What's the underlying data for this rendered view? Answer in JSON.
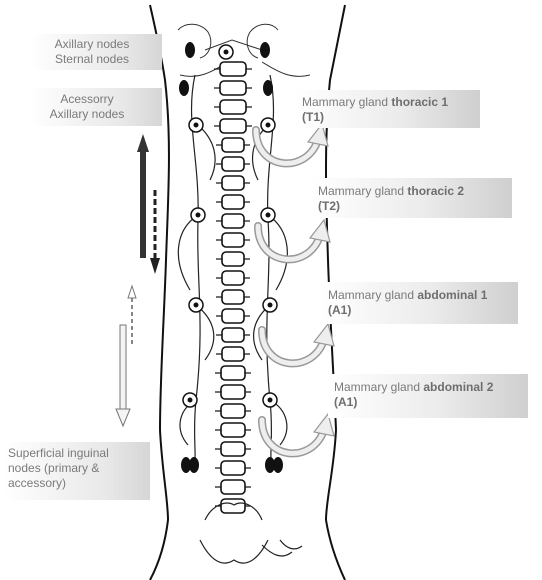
{
  "labels": {
    "axillary_sternal": [
      "Axillary nodes",
      "Sternal nodes"
    ],
    "accessory_axillary": [
      "Acessorry",
      "Axillary nodes"
    ],
    "superficial_inguinal": [
      "Superficial inguinal",
      "nodes (primary &",
      "accessory)"
    ]
  },
  "glands": [
    {
      "prefix": "Mammary gland ",
      "strong": "thoracic 1",
      "code": "(T1)"
    },
    {
      "prefix": "Mammary gland ",
      "strong": "thoracic 2",
      "code": "(T2)"
    },
    {
      "prefix": "Mammary gland ",
      "strong": "abdominal 1",
      "code": "(A1)"
    },
    {
      "prefix": "Mammary gland ",
      "strong": "abdominal 2",
      "code": "(A1)"
    }
  ],
  "colors": {
    "ink": "#111111",
    "arrow_dark": "#333333",
    "arrow_light": "#d8d8d8",
    "text": "#7a7a7a"
  }
}
